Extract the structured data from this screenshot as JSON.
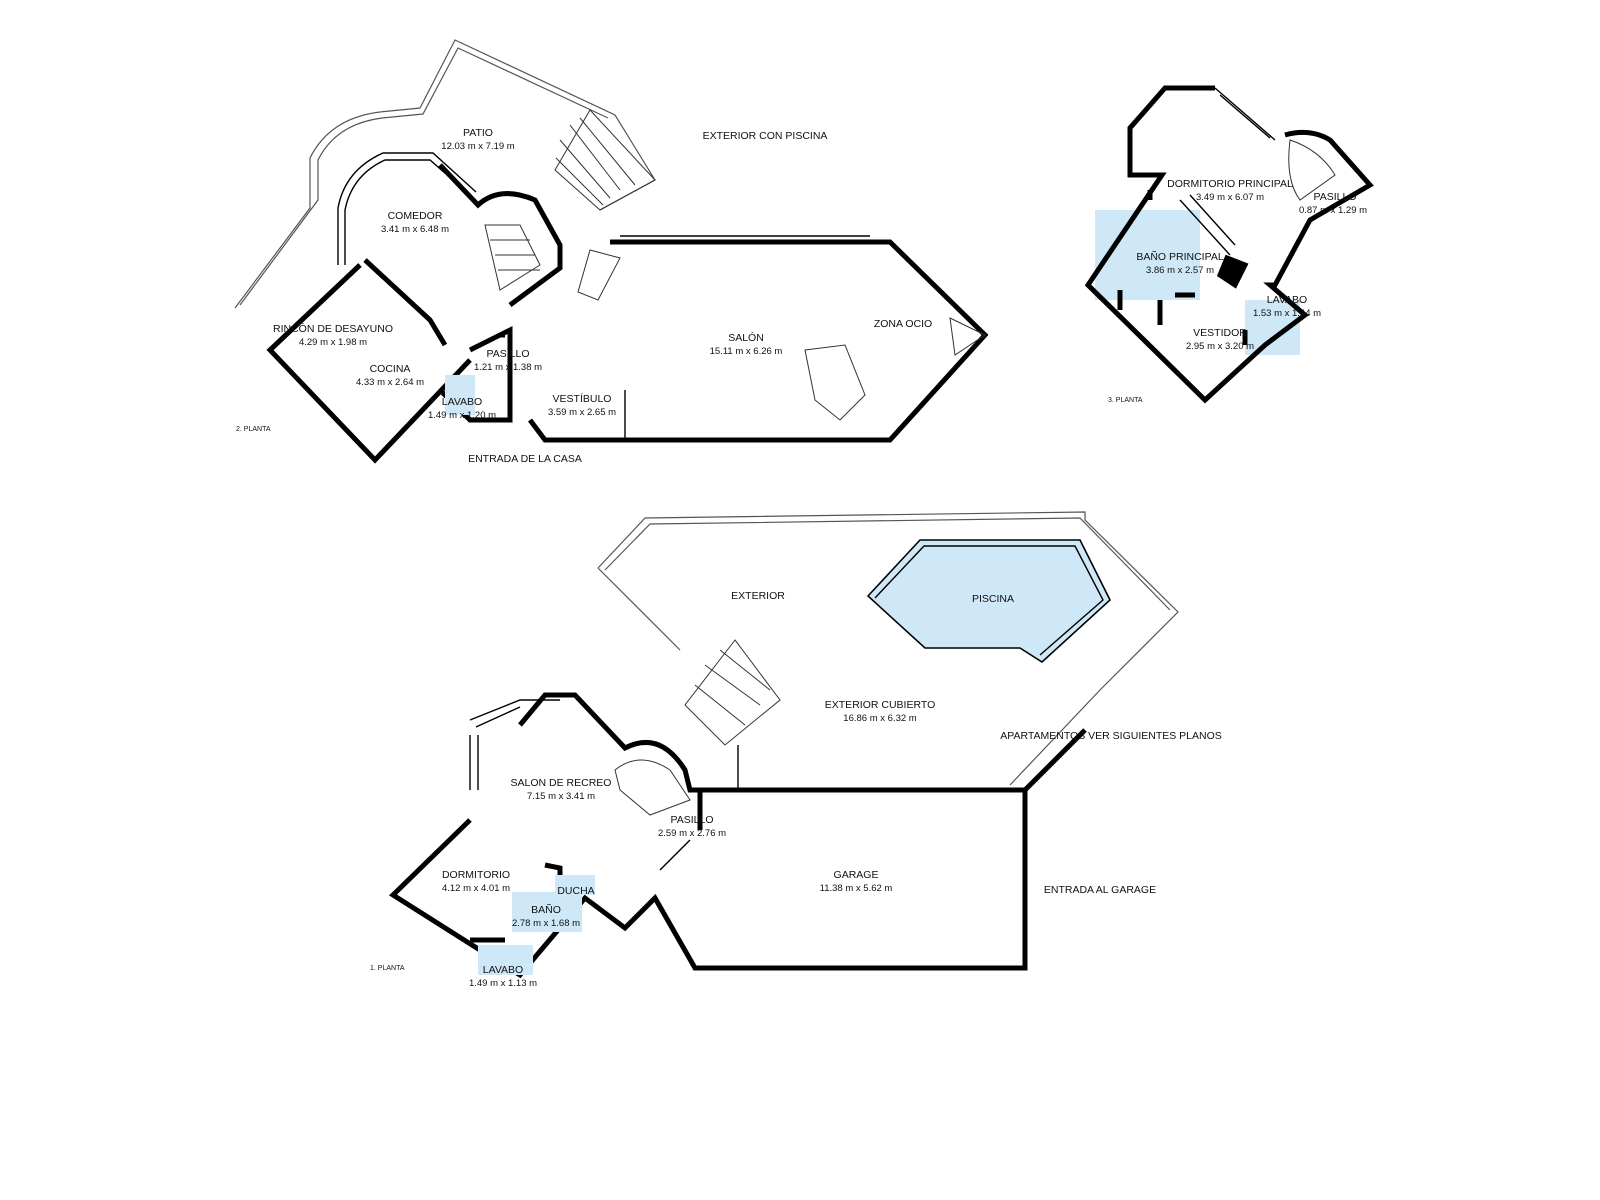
{
  "floors": {
    "second": {
      "floor_label": "2. PLANTA",
      "rooms": [
        {
          "name": "PATIO",
          "size": "12.03 m x 7.19 m"
        },
        {
          "name": "COMEDOR",
          "size": "3.41 m x 6.48 m"
        },
        {
          "name": "RINCÓN DE DESAYUNO",
          "size": "4.29 m x 1.98 m"
        },
        {
          "name": "COCINA",
          "size": "4.33 m x 2.64 m"
        },
        {
          "name": "PASILLO",
          "size": "1.21 m x 1.38 m"
        },
        {
          "name": "LAVABO",
          "size": "1.49 m x 1.20 m"
        },
        {
          "name": "VESTÍBULO",
          "size": "3.59 m x 2.65 m"
        },
        {
          "name": "SALÓN",
          "size": "15.11 m x 6.26 m"
        }
      ],
      "labels": {
        "zona_ocio": "ZONA OCIO",
        "exterior_piscina": "EXTERIOR CON PISCINA",
        "entrada_casa": "ENTRADA DE LA CASA"
      }
    },
    "third": {
      "floor_label": "3. PLANTA",
      "rooms": [
        {
          "name": "DORMITORIO PRINCIPAL",
          "size": "3.49 m x 6.07 m"
        },
        {
          "name": "PASILLO",
          "size": "0.87 m x 1.29 m"
        },
        {
          "name": "BAÑO PRINCIPAL",
          "size": "3.86 m x 2.57 m"
        },
        {
          "name": "LAVABO",
          "size": "1.53 m x 1.44 m"
        },
        {
          "name": "VESTIDOR",
          "size": "2.95 m x 3.20 m"
        }
      ]
    },
    "first": {
      "floor_label": "1. PLANTA",
      "rooms": [
        {
          "name": "EXTERIOR CUBIERTO",
          "size": "16.86 m x 6.32 m"
        },
        {
          "name": "SALON DE RECREO",
          "size": "7.15 m x 3.41 m"
        },
        {
          "name": "PASILLO",
          "size": "2.59 m x 2.76 m"
        },
        {
          "name": "GARAGE",
          "size": "11.38 m x 5.62 m"
        },
        {
          "name": "DORMITORIO",
          "size": "4.12 m x 4.01 m"
        },
        {
          "name": "BAÑO",
          "size": "2.78 m x 1.68 m"
        },
        {
          "name": "LAVABO",
          "size": "1.49 m x 1.13 m"
        }
      ],
      "labels": {
        "exterior": "EXTERIOR",
        "piscina": "PISCINA",
        "ducha": "DUCHA",
        "apartamentos": "APARTAMENTOS VER SIGUIENTES PLANOS",
        "entrada_garage": "ENTRADA AL GARAGE"
      }
    }
  }
}
